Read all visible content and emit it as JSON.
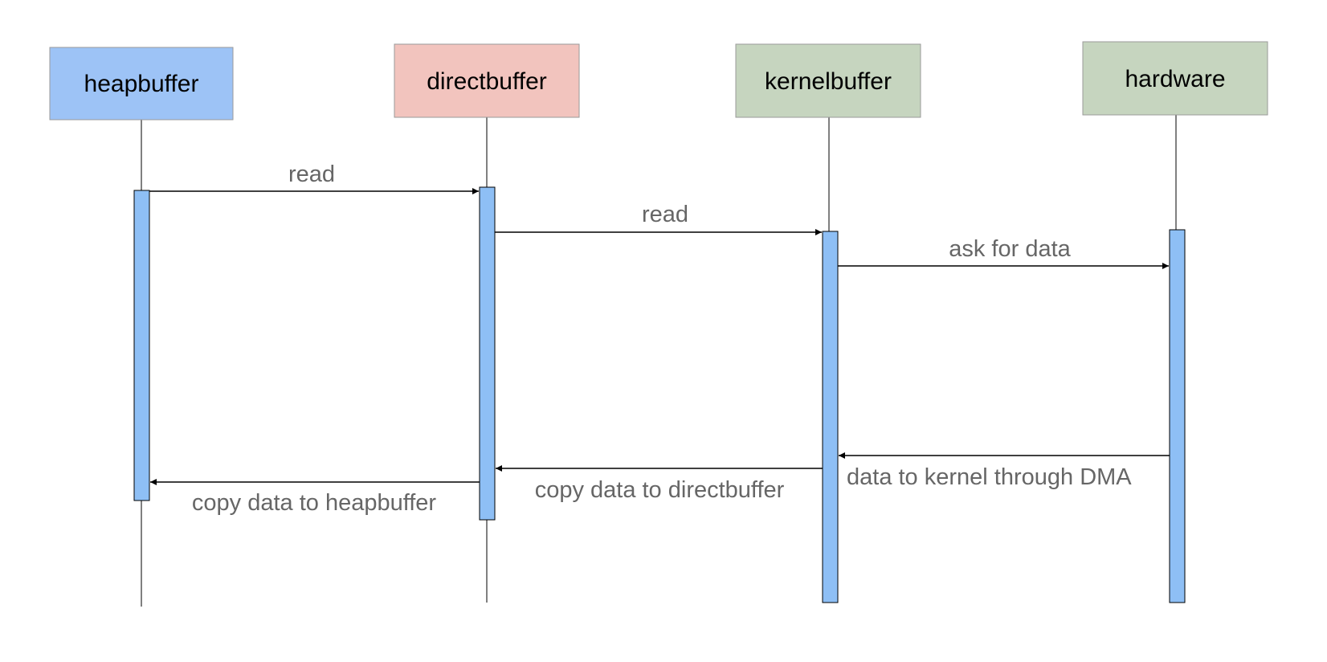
{
  "participants": [
    {
      "id": "heapbuffer",
      "label": "heapbuffer",
      "color": "#9dc3f6"
    },
    {
      "id": "directbuffer",
      "label": "directbuffer",
      "color": "#f2c4be"
    },
    {
      "id": "kernelbuffer",
      "label": "kernelbuffer",
      "color": "#c6d5bf"
    },
    {
      "id": "hardware",
      "label": "hardware",
      "color": "#c6d5bf"
    }
  ],
  "messages": [
    {
      "from": "heapbuffer",
      "to": "directbuffer",
      "label": "read"
    },
    {
      "from": "directbuffer",
      "to": "kernelbuffer",
      "label": "read"
    },
    {
      "from": "kernelbuffer",
      "to": "hardware",
      "label": "ask for data"
    },
    {
      "from": "hardware",
      "to": "kernelbuffer",
      "label": "data to kernel through DMA"
    },
    {
      "from": "kernelbuffer",
      "to": "directbuffer",
      "label": "copy data to directbuffer"
    },
    {
      "from": "directbuffer",
      "to": "heapbuffer",
      "label": "copy data to heapbuffer"
    }
  ],
  "colors": {
    "activation": "#8ebff5",
    "line": "#000000",
    "message_text": "#666666"
  }
}
